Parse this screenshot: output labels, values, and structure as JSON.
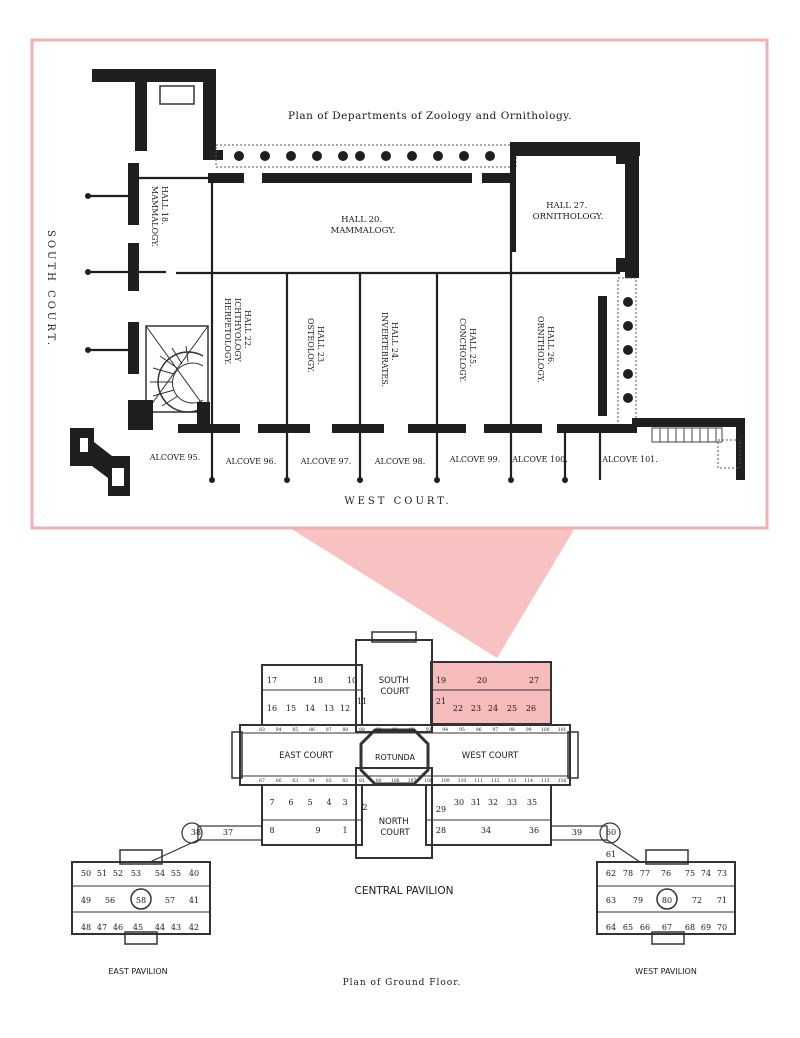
{
  "colors": {
    "highlight": "#f5b5b5",
    "frame": "#f4b0b0",
    "ink": "#1f1f1f"
  },
  "detail": {
    "title": "Plan of Departments of Zoology and Ornithology.",
    "south_court": "SOUTH COURT.",
    "west_court": "WEST COURT.",
    "halls": {
      "h18": [
        "HALL 18.",
        "MAMMALOGY."
      ],
      "h20": [
        "HALL 20.",
        "MAMMALOGY."
      ],
      "h27": [
        "HALL 27.",
        "ORNITHOLOGY."
      ],
      "h22": [
        "HALL 22.",
        "ICHTHYOLOGY",
        "HERPETOLOGY."
      ],
      "h23": [
        "HALL 23.",
        "OSTEOLOGY."
      ],
      "h24": [
        "HALL 24.",
        "INVERTEBRATES."
      ],
      "h25": [
        "HALL 25.",
        "CONCHOLOGY."
      ],
      "h26": [
        "HALL 26.",
        "ORNITHOLOGY."
      ]
    },
    "alcoves": [
      "ALCOVE 95.",
      "ALCOVE 96.",
      "ALCOVE 97.",
      "ALCOVE 98.",
      "ALCOVE 99.",
      "ALCOVE 100.",
      "ALCOVE 101."
    ]
  },
  "ground": {
    "caption": "Plan of Ground Floor.",
    "central_pavilion": "CENTRAL PAVILION",
    "east_pavilion": "EAST PAVILION",
    "west_pavilion": "WEST PAVILION",
    "courts": {
      "south": [
        "SOUTH",
        "COURT"
      ],
      "north": [
        "NORTH",
        "COURT"
      ],
      "east": "EAST COURT",
      "west": "WEST COURT",
      "rotunda": "ROTUNDA"
    },
    "rooms": {
      "top_left": [
        "17",
        "18",
        "10",
        "16",
        "15",
        "14",
        "13",
        "12",
        "11"
      ],
      "top_right": [
        "19",
        "20",
        "27",
        "21",
        "22",
        "23",
        "24",
        "25",
        "26"
      ],
      "bottom_left": [
        "7",
        "6",
        "5",
        "4",
        "3",
        "2",
        "8",
        "9",
        "1"
      ],
      "bottom_right": [
        "30",
        "31",
        "32",
        "33",
        "35",
        "29",
        "28",
        "34",
        "36"
      ],
      "connectors": [
        "38",
        "37",
        "39",
        "60",
        "61"
      ],
      "east_pav": [
        "50",
        "51",
        "52",
        "53",
        "54",
        "55",
        "40",
        "49",
        "56",
        "58",
        "57",
        "41",
        "48",
        "47",
        "46",
        "45",
        "44",
        "43",
        "42"
      ],
      "west_pav": [
        "62",
        "78",
        "77",
        "76",
        "75",
        "74",
        "73",
        "63",
        "79",
        "80",
        "72",
        "71",
        "64",
        "65",
        "66",
        "67",
        "68",
        "69",
        "70"
      ]
    },
    "alcoves_top": [
      "83",
      "84",
      "85",
      "86",
      "87",
      "88",
      "89",
      "90",
      "91",
      "92",
      "93",
      "94",
      "95",
      "96",
      "97",
      "98",
      "99",
      "100",
      "101"
    ],
    "alcoves_bottom": [
      "67",
      "66",
      "63",
      "84",
      "83",
      "82",
      "81",
      "80",
      "106",
      "107",
      "108",
      "109",
      "110",
      "111",
      "112",
      "113",
      "114",
      "115",
      "116"
    ]
  }
}
